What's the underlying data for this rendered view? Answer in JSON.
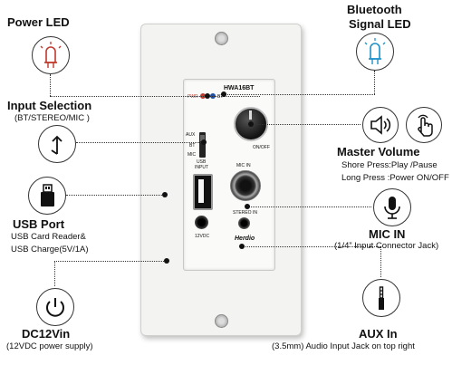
{
  "callouts": {
    "power_led": {
      "title": "Power LED"
    },
    "bt_led": {
      "title_line1": "Bluetooth",
      "title_line2": "Signal LED"
    },
    "input_sel": {
      "title": "Input Selection",
      "sub": "(BT/STEREO/MIC )"
    },
    "master": {
      "title": "Master Volume",
      "sub1": "Shore Press:Play /Pause",
      "sub2": "Long Press :Power ON/OFF"
    },
    "usb": {
      "title": "USB Port",
      "sub1": "USB Card Reader&",
      "sub2": "USB Charge(5V/1A)"
    },
    "mic": {
      "title": "MIC IN",
      "sub": "(1/4”  Input Connector Jack)"
    },
    "dc": {
      "title": "DC12Vin",
      "sub": "(12VDC power supply)"
    },
    "aux": {
      "title": "AUX In",
      "sub": "(3.5mm) Audio Input Jack on top right"
    }
  },
  "panel": {
    "model": "HWA16BT",
    "pwr": "PWR",
    "bt": "BT",
    "aux": "AUX",
    "bt_sw": "BT",
    "mic_sw": "MIC",
    "onoff": "ON/OFF",
    "usb_label_1": "USB",
    "usb_label_2": "INPUT",
    "mic_in": "MIC IN",
    "dc_label": "12VDC",
    "stereo_in": "STEREO IN",
    "brand": "Herdio"
  },
  "colors": {
    "power_led": "#c0392b",
    "bt_led": "#1e90c8",
    "panel": "#ececea"
  }
}
